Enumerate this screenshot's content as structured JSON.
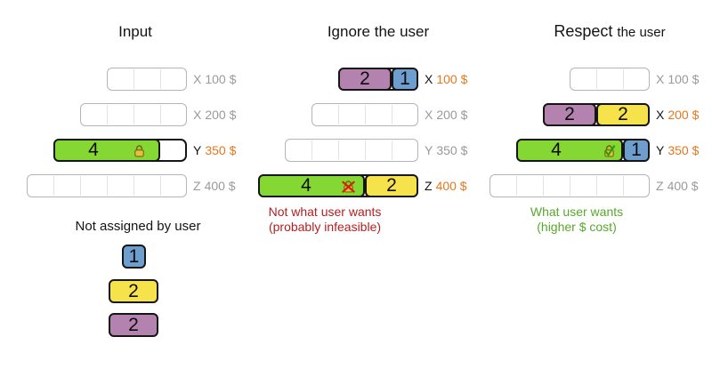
{
  "colors": {
    "block_green": "#85d834",
    "block_yellow": "#f6e34b",
    "block_purple": "#b482af",
    "block_blue": "#6d9ece",
    "price_orange": "#e6781e",
    "muted_gray": "#9a9a9a",
    "warning_red": "#b42020",
    "ok_green": "#58a82c"
  },
  "columns": [
    {
      "title": "Input",
      "rows": [
        {
          "machine": "X",
          "price": "100 $",
          "slots": 3,
          "blocks": []
        },
        {
          "machine": "X",
          "price": "200 $",
          "slots": 4,
          "blocks": []
        },
        {
          "machine": "Y",
          "price": "350 $",
          "slots": 5,
          "blocks": [
            {
              "value": "4",
              "color": "green",
              "size_slots": 4,
              "icon": "lock-icon"
            }
          ]
        },
        {
          "machine": "Z",
          "price": "400 $",
          "slots": 6,
          "blocks": []
        }
      ]
    },
    {
      "title": "Ignore the user",
      "caption": {
        "line1": "Not what user wants",
        "line2": "(probably infeasible)"
      },
      "rows": [
        {
          "machine": "X",
          "price": "100 $",
          "slots": 3,
          "blocks": [
            {
              "value": "2",
              "color": "purple",
              "size_slots": 2
            },
            {
              "value": "1",
              "color": "blue",
              "size_slots": 1
            }
          ]
        },
        {
          "machine": "X",
          "price": "200 $",
          "slots": 4,
          "blocks": []
        },
        {
          "machine": "Y",
          "price": "350 $",
          "slots": 5,
          "blocks": []
        },
        {
          "machine": "Z",
          "price": "400 $",
          "slots": 6,
          "blocks": [
            {
              "value": "4",
              "color": "green",
              "size_slots": 4,
              "icon": "lock-crossed-icon"
            },
            {
              "value": "2",
              "color": "yellow",
              "size_slots": 2
            }
          ]
        }
      ]
    },
    {
      "title_main": "Respect",
      "title_rest": "the user",
      "caption": {
        "line1": "What user wants",
        "line2": "(higher $ cost)"
      },
      "rows": [
        {
          "machine": "X",
          "price": "100 $",
          "slots": 3,
          "blocks": []
        },
        {
          "machine": "X",
          "price": "200 $",
          "slots": 4,
          "blocks": [
            {
              "value": "2",
              "color": "purple",
              "size_slots": 2
            },
            {
              "value": "2",
              "color": "yellow",
              "size_slots": 2
            }
          ]
        },
        {
          "machine": "Y",
          "price": "350 $",
          "slots": 5,
          "blocks": [
            {
              "value": "4",
              "color": "green",
              "size_slots": 4,
              "icon": "lock-check-icon"
            },
            {
              "value": "1",
              "color": "blue",
              "size_slots": 1
            }
          ]
        },
        {
          "machine": "Z",
          "price": "400 $",
          "slots": 6,
          "blocks": []
        }
      ]
    }
  ],
  "unassigned": {
    "title": "Not assigned by user",
    "blocks": [
      {
        "value": "1",
        "color": "blue",
        "size_slots": 1
      },
      {
        "value": "2",
        "color": "yellow",
        "size_slots": 2
      },
      {
        "value": "2",
        "color": "purple",
        "size_slots": 2
      }
    ]
  }
}
